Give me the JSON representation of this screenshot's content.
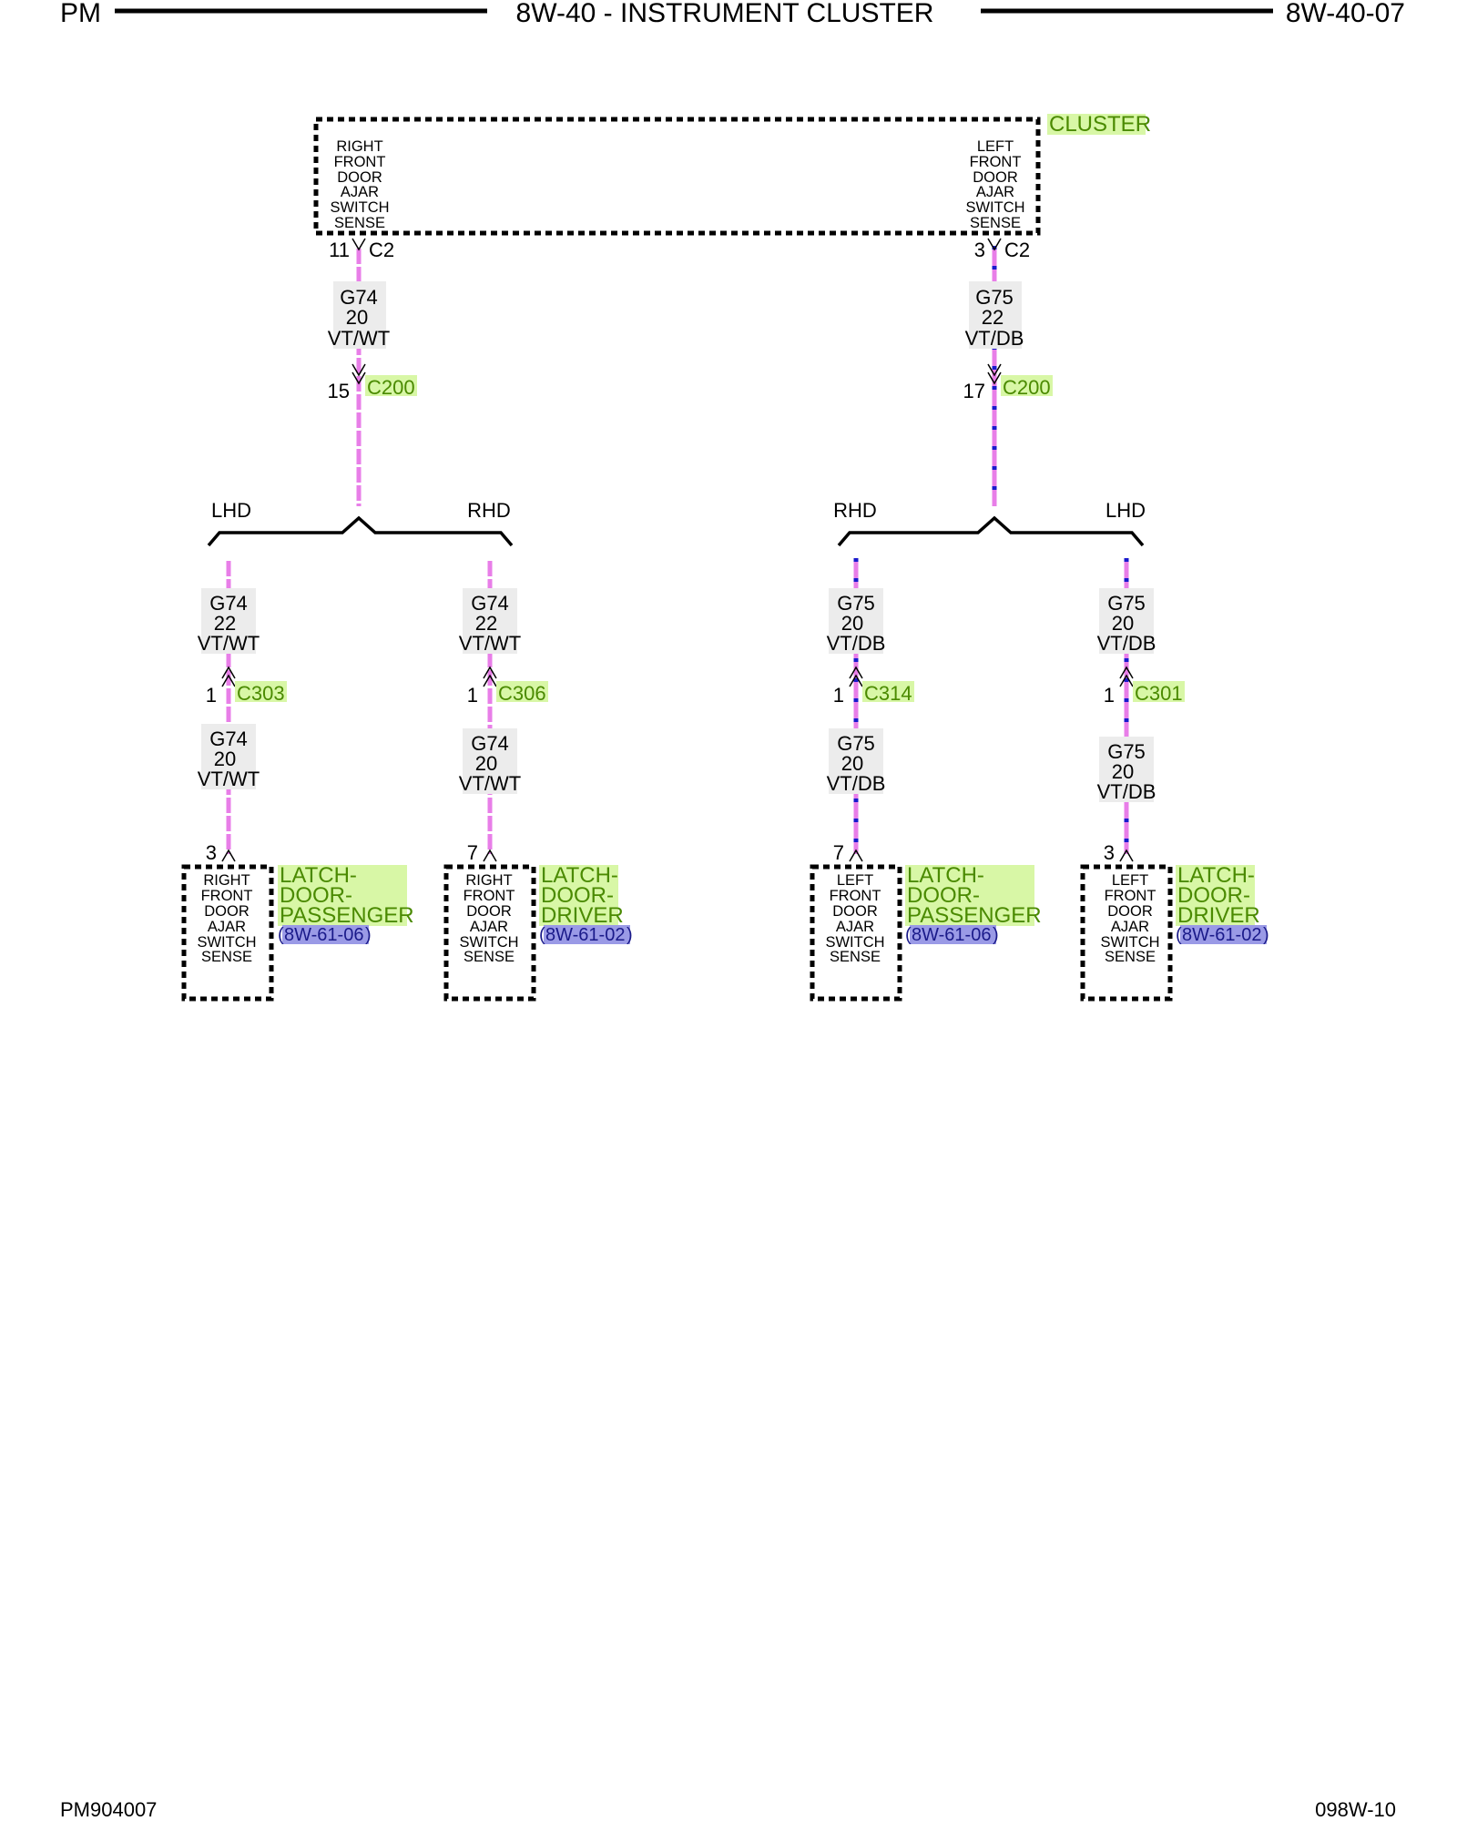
{
  "header": {
    "left": "PM",
    "title": "8W-40 - INSTRUMENT CLUSTER",
    "right": "8W-40-07"
  },
  "footer": {
    "left": "PM904007",
    "right": "098W-10"
  },
  "colors": {
    "violet": "#e87ee8",
    "dark_blue": "#1a1acc",
    "white_stripe": "#ffffff",
    "component_highlight": "#d8f7a6",
    "component_text": "#4a8a00",
    "reference_highlight": "#9a9ae6",
    "reference_text": "#1a1a8a",
    "wire_label_bg": "#ececec"
  },
  "cluster": {
    "name": "CLUSTER",
    "right_sense": [
      "RIGHT",
      "FRONT",
      "DOOR",
      "AJAR",
      "SWITCH",
      "SENSE"
    ],
    "left_sense": [
      "LEFT",
      "FRONT",
      "DOOR",
      "AJAR",
      "SWITCH",
      "SENSE"
    ],
    "right_pin": "11",
    "right_connector": "C2",
    "left_pin": "3",
    "left_connector": "C2"
  },
  "upper_wires": {
    "g74": {
      "circuit": "G74",
      "gauge": "20",
      "color": "VT/WT"
    },
    "g75": {
      "circuit": "G75",
      "gauge": "22",
      "color": "VT/DB"
    }
  },
  "inline_c200": {
    "left_pin": "15",
    "right_pin": "17",
    "name": "C200"
  },
  "branches": {
    "left_a": "LHD",
    "left_b": "RHD",
    "right_a": "RHD",
    "right_b": "LHD"
  },
  "drops": [
    {
      "upper": {
        "circuit": "G74",
        "gauge": "22",
        "color": "VT/WT"
      },
      "connector_pin": "1",
      "connector": "C303",
      "lower": {
        "circuit": "G74",
        "gauge": "20",
        "color": "VT/WT"
      },
      "pin": "3",
      "sense": [
        "RIGHT",
        "FRONT",
        "DOOR",
        "AJAR",
        "SWITCH",
        "SENSE"
      ],
      "component": [
        "LATCH-",
        "DOOR-",
        "PASSENGER"
      ],
      "ref_open": "(",
      "ref": "8W-61-06",
      "ref_close": ")"
    },
    {
      "upper": {
        "circuit": "G74",
        "gauge": "22",
        "color": "VT/WT"
      },
      "connector_pin": "1",
      "connector": "C306",
      "lower": {
        "circuit": "G74",
        "gauge": "20",
        "color": "VT/WT"
      },
      "pin": "7",
      "sense": [
        "RIGHT",
        "FRONT",
        "DOOR",
        "AJAR",
        "SWITCH",
        "SENSE"
      ],
      "component": [
        "LATCH-",
        "DOOR-",
        "DRIVER"
      ],
      "ref_open": "(",
      "ref": "8W-61-02",
      "ref_close": ")"
    },
    {
      "upper": {
        "circuit": "G75",
        "gauge": "20",
        "color": "VT/DB"
      },
      "connector_pin": "1",
      "connector": "C314",
      "lower": {
        "circuit": "G75",
        "gauge": "20",
        "color": "VT/DB"
      },
      "pin": "7",
      "sense": [
        "LEFT",
        "FRONT",
        "DOOR",
        "AJAR",
        "SWITCH",
        "SENSE"
      ],
      "component": [
        "LATCH-",
        "DOOR-",
        "PASSENGER"
      ],
      "ref_open": "(",
      "ref": "8W-61-06",
      "ref_close": ")"
    },
    {
      "upper": {
        "circuit": "G75",
        "gauge": "20",
        "color": "VT/DB"
      },
      "connector_pin": "1",
      "connector": "C301",
      "lower": {
        "circuit": "G75",
        "gauge": "20",
        "color": "VT/DB"
      },
      "pin": "3",
      "sense": [
        "LEFT",
        "FRONT",
        "DOOR",
        "AJAR",
        "SWITCH",
        "SENSE"
      ],
      "component": [
        "LATCH-",
        "DOOR-",
        "DRIVER"
      ],
      "ref_open": "(",
      "ref": "8W-61-02",
      "ref_close": ")"
    }
  ]
}
